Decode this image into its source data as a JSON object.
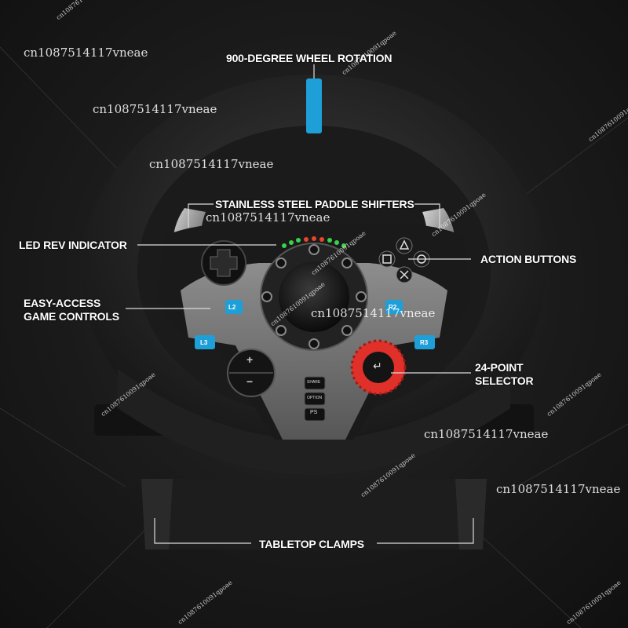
{
  "labels": {
    "wheel_rotation": "900-DEGREE WHEEL ROTATION",
    "paddle_shifters": "STAINLESS STEEL PADDLE SHIFTERS",
    "led_rev": "LED REV INDICATOR",
    "action_buttons": "ACTION BUTTONS",
    "easy_access_line1": "EASY-ACCESS",
    "easy_access_line2": "GAME CONTROLS",
    "selector_line1": "24-POINT",
    "selector_line2": "SELECTOR",
    "tabletop_clamps": "TABLETOP CLAMPS"
  },
  "buttons": {
    "l2": "L2",
    "r2": "R2",
    "l3": "L3",
    "r3": "R3",
    "plus": "+",
    "minus": "−",
    "share": "SHARE",
    "option": "OPTION",
    "ps": "PS",
    "enter": "↵"
  },
  "watermark": {
    "big": "cn1087514117vneae",
    "small": "cn1087610091qpoae"
  },
  "colors": {
    "accent_blue": "#1e9fd8",
    "selector_red": "#e0302a",
    "led_green": "#3bd14a",
    "led_red": "#e8462a"
  }
}
